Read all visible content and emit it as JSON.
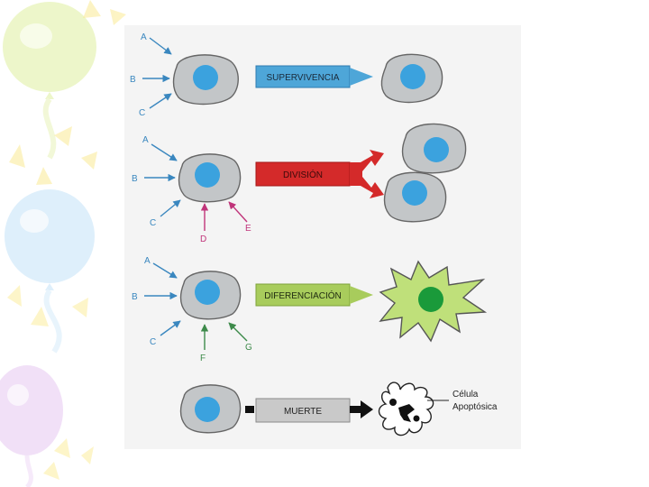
{
  "rows": [
    {
      "label": "SUPERVIVENCIA",
      "color": "#4ea6d8",
      "signals": [
        "A",
        "B",
        "C"
      ]
    },
    {
      "label": "DIVISIÓN",
      "color": "#d42a2a",
      "signals": [
        "A",
        "B",
        "C",
        "D",
        "E"
      ]
    },
    {
      "label": "DIFERENCIACIÓN",
      "color": "#a8cc5c",
      "signals": [
        "A",
        "B",
        "C",
        "F",
        "G"
      ]
    },
    {
      "label": "MUERTE",
      "color": "#c9c9c9",
      "signals": []
    }
  ],
  "apoptotic_cell_label": [
    "Célula",
    "Apoptósica"
  ],
  "colors": {
    "cell_body": "#c3c6c8",
    "nucleus": "#3ba2de",
    "differentiated_cell": "#bfe07a",
    "differentiated_nucleus": "#1a9a3a",
    "signal_arrow_blue": "#3a87bf",
    "signal_arrow_magenta": "#c0347a",
    "signal_arrow_green": "#3d8a4a"
  }
}
